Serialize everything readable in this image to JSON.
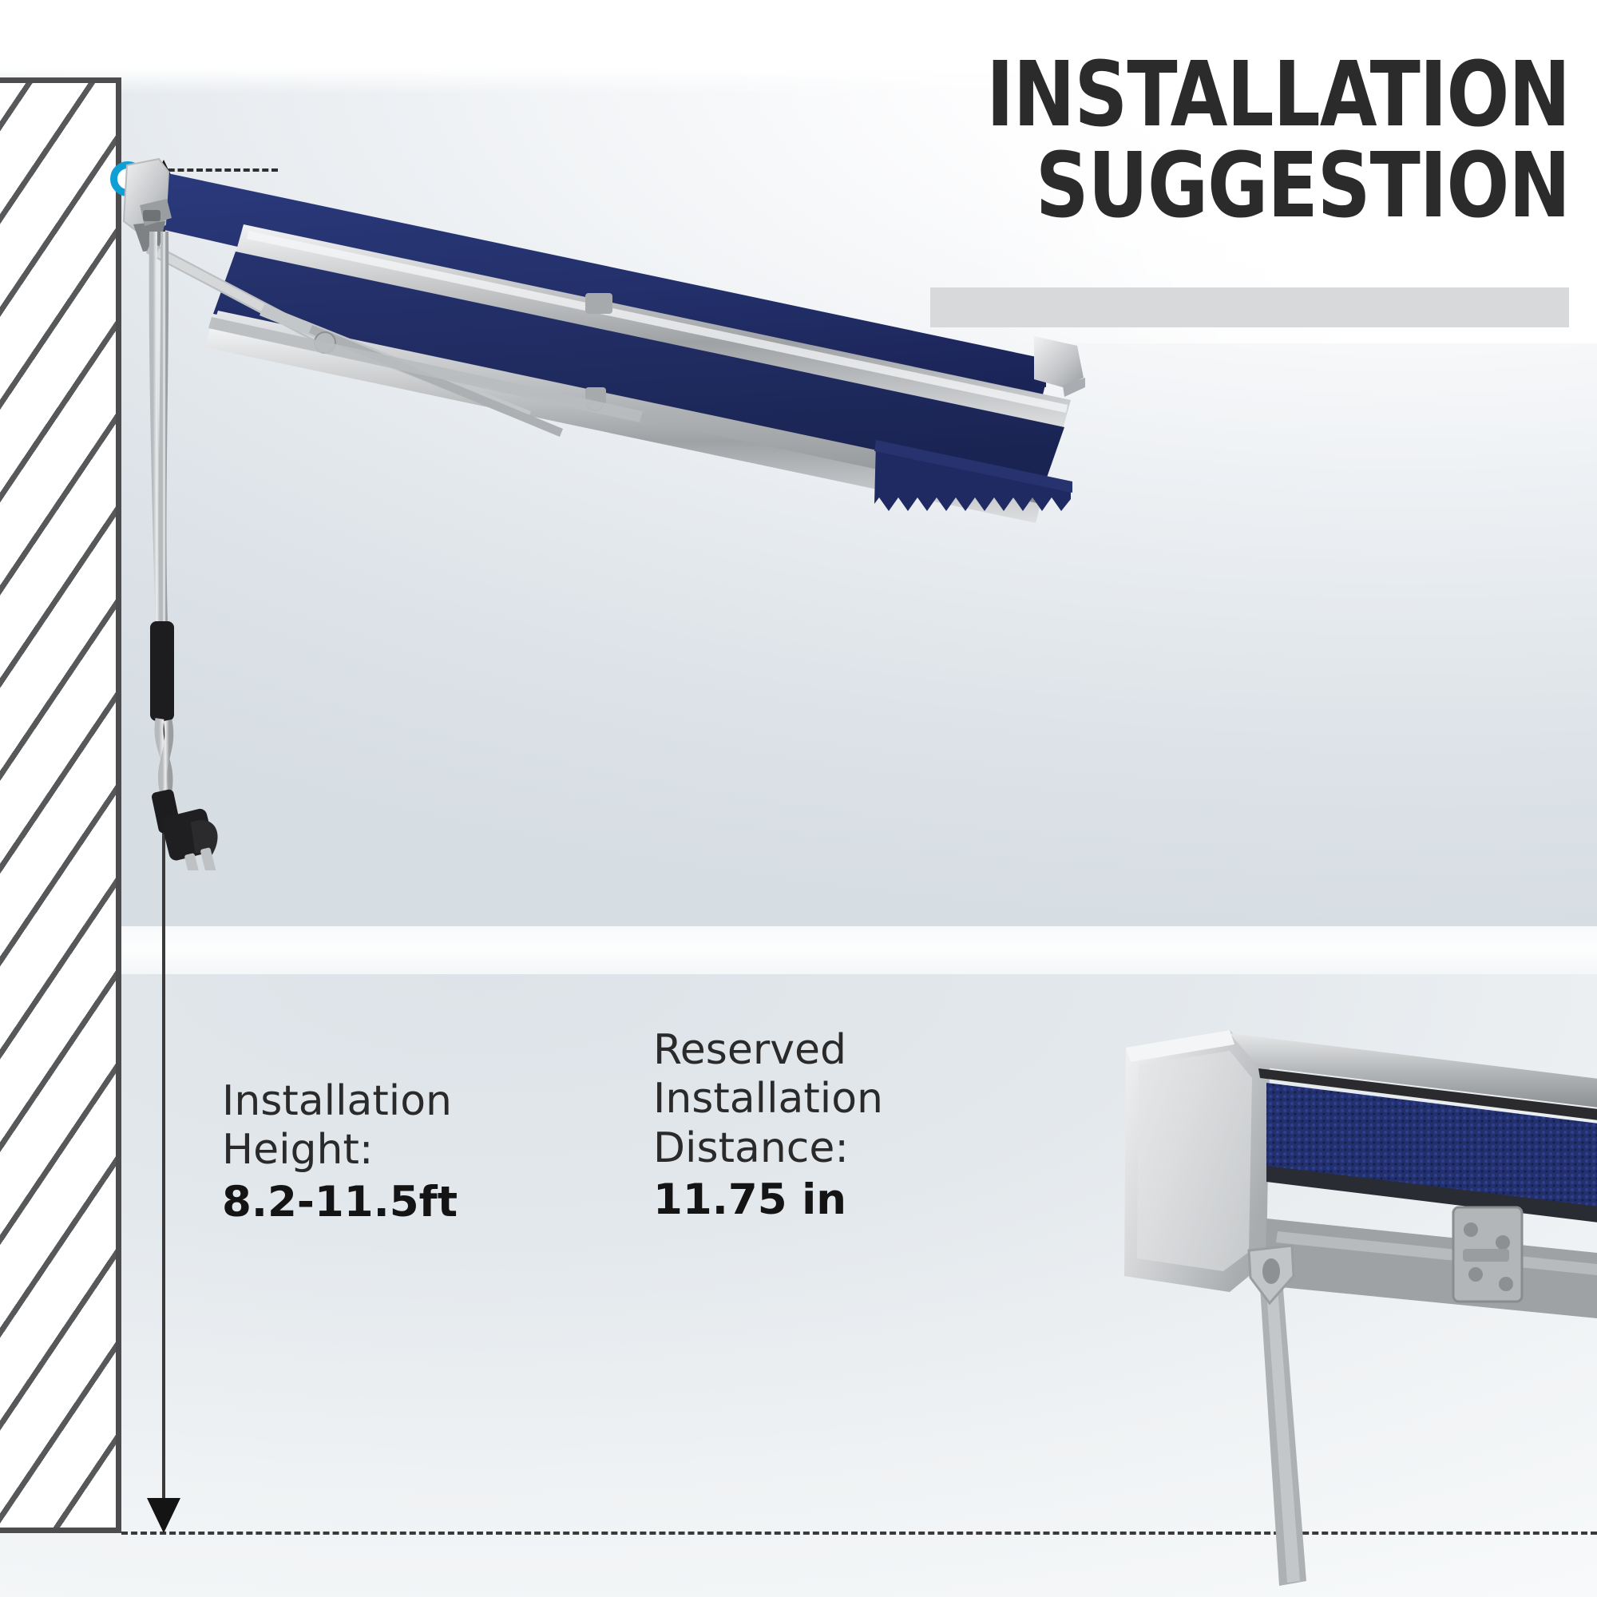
{
  "heading": {
    "line1": "INSTALLATION",
    "line2": "SUGGESTION",
    "accent_bar_color": "#d8d9da"
  },
  "labels": {
    "installation_height": {
      "line1": "Installation",
      "line2": "Height:",
      "value": "8.2-11.5ft"
    },
    "reserved_installation_distance": {
      "line1": "Reserved",
      "line2": "Installation",
      "line3": "Distance:",
      "value": "11.75 in"
    }
  },
  "diagram": {
    "wall_label": "hatched-wall-section",
    "mount_marker": "mounting-point-marker",
    "height_dimension": "installation-height-dimension",
    "ground_line": "ground-reference-line",
    "awning": "retractable-awning",
    "power_cord": "power-cord-with-plug",
    "inset": "mounting-bracket-detail",
    "inset_dimension": "reserved-distance-dimension"
  },
  "colors": {
    "awning_fabric": "#23306b",
    "awning_fabric_dark": "#1a2453",
    "frame_aluminum": "#c9cacc",
    "marker_cyan": "#0f9fd4",
    "wall_outline": "#4d4d4f",
    "dimension_black": "#141414",
    "heading_text": "#2b2b2b"
  }
}
